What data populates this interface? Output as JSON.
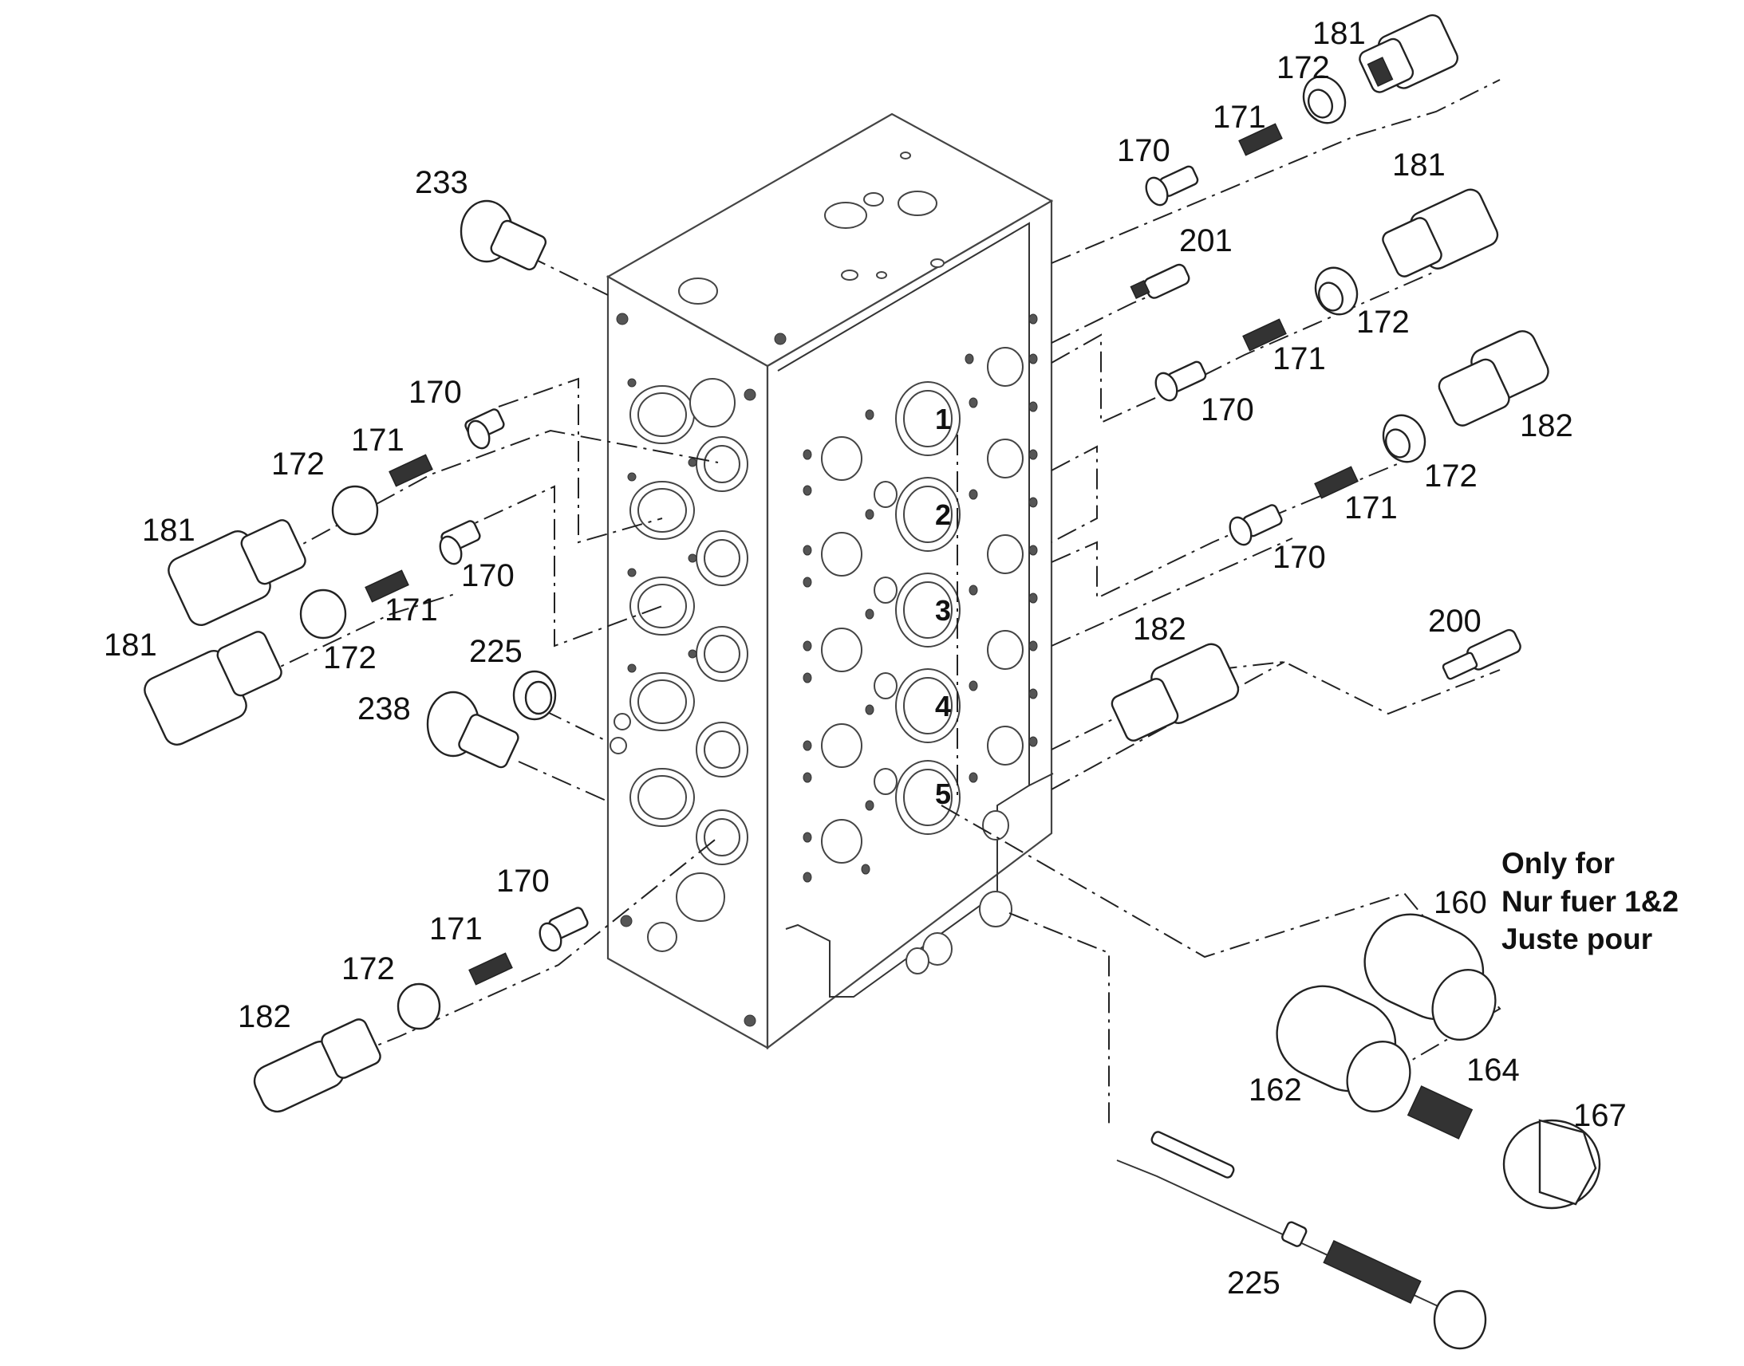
{
  "port_numbers": [
    "1",
    "2",
    "3",
    "4",
    "5"
  ],
  "note": {
    "line1": "Only for",
    "line2": "Nur fuer 1&2",
    "line3": "Juste pour"
  },
  "labels": {
    "181_top": "181",
    "172_top": "172",
    "171_top": "171",
    "170_top": "170",
    "181_r2": "181",
    "201": "201",
    "172_r2": "172",
    "171_r2": "171",
    "170_r2": "170",
    "182_r3": "182",
    "172_r3": "172",
    "171_r3": "171",
    "170_r3": "170",
    "200": "200",
    "182_mid": "182",
    "233": "233",
    "170_l1": "170",
    "171_l1": "171",
    "172_l1": "172",
    "181_l1": "181",
    "170_l2": "170",
    "171_l2": "171",
    "172_l2": "172",
    "181_l2": "181",
    "225_left": "225",
    "238": "238",
    "170_bl": "170",
    "171_bl": "171",
    "172_bl": "172",
    "182_bl": "182",
    "160": "160",
    "162": "162",
    "164": "164",
    "167": "167",
    "225_bottom": "225"
  },
  "icons": [
    "valve-block",
    "relief-valve",
    "spring",
    "plunger",
    "seal-ring",
    "plug",
    "spool"
  ]
}
